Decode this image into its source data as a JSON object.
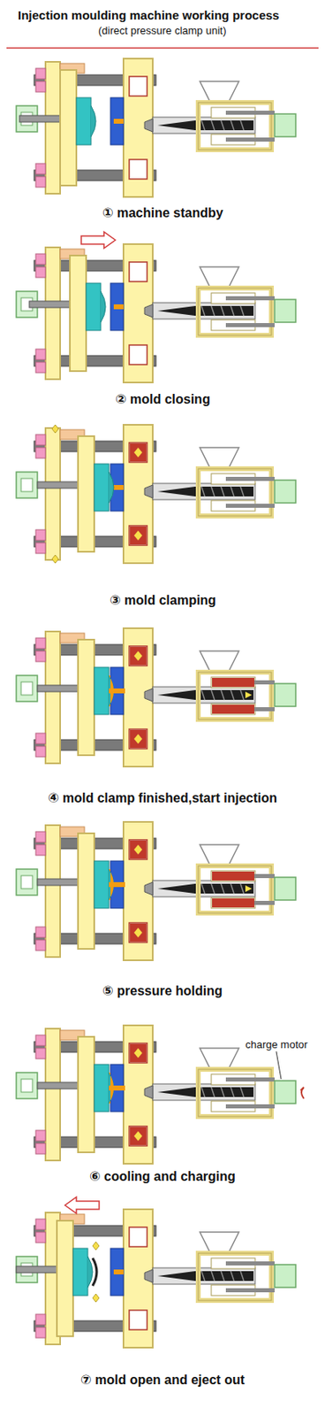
{
  "diagram": {
    "title": "Injection moulding machine working process",
    "labels": [
      "(direct pressure clamp unit)",
      "① machine standby",
      "② mold closing",
      "③ mold clamping",
      "④ mold clamp finished,start injection",
      "⑤ pressure holding",
      "charge motor",
      "⑥ cooling and charging",
      "⑦ mold open and eject out"
    ]
  }
}
